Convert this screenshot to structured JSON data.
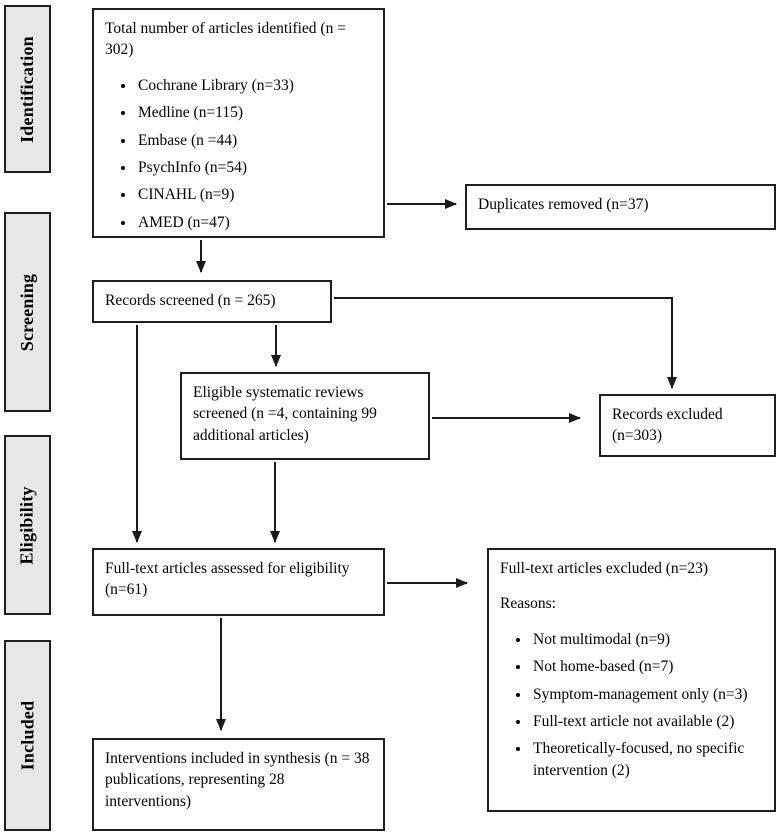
{
  "diagram": {
    "stages": [
      {
        "label": "Identification"
      },
      {
        "label": "Screening"
      },
      {
        "label": "Eligibility"
      },
      {
        "label": "Included"
      }
    ],
    "boxes": {
      "total": {
        "title": "Total number of articles identified (n = 302)",
        "items": [
          "Cochrane Library (n=33)",
          "Medline (n=115)",
          "Embase (n =44)",
          "PsychInfo (n=54)",
          "CINAHL (n=9)",
          "AMED (n=47)"
        ]
      },
      "duplicates": {
        "text": "Duplicates removed (n=37)"
      },
      "screened": {
        "text": "Records screened (n = 265)"
      },
      "eligible_reviews": {
        "text": "Eligible systematic reviews screened (n =4, containing 99 additional articles)"
      },
      "records_excluded": {
        "text": "Records excluded (n=303)"
      },
      "fulltext_assessed": {
        "text": "Full-text articles assessed for eligibility (n=61)"
      },
      "fulltext_excluded": {
        "title": "Full-text articles excluded (n=23)",
        "subtitle": "Reasons:",
        "items": [
          "Not multimodal (n=9)",
          "Not home-based (n=7)",
          "Symptom-management only (n=3)",
          "Full-text article not available (2)",
          "Theoretically-focused, no  specific intervention (2)"
        ]
      },
      "included_synthesis": {
        "text": "Interventions included in synthesis (n = 38 publications, representing 28 interventions)"
      }
    }
  }
}
